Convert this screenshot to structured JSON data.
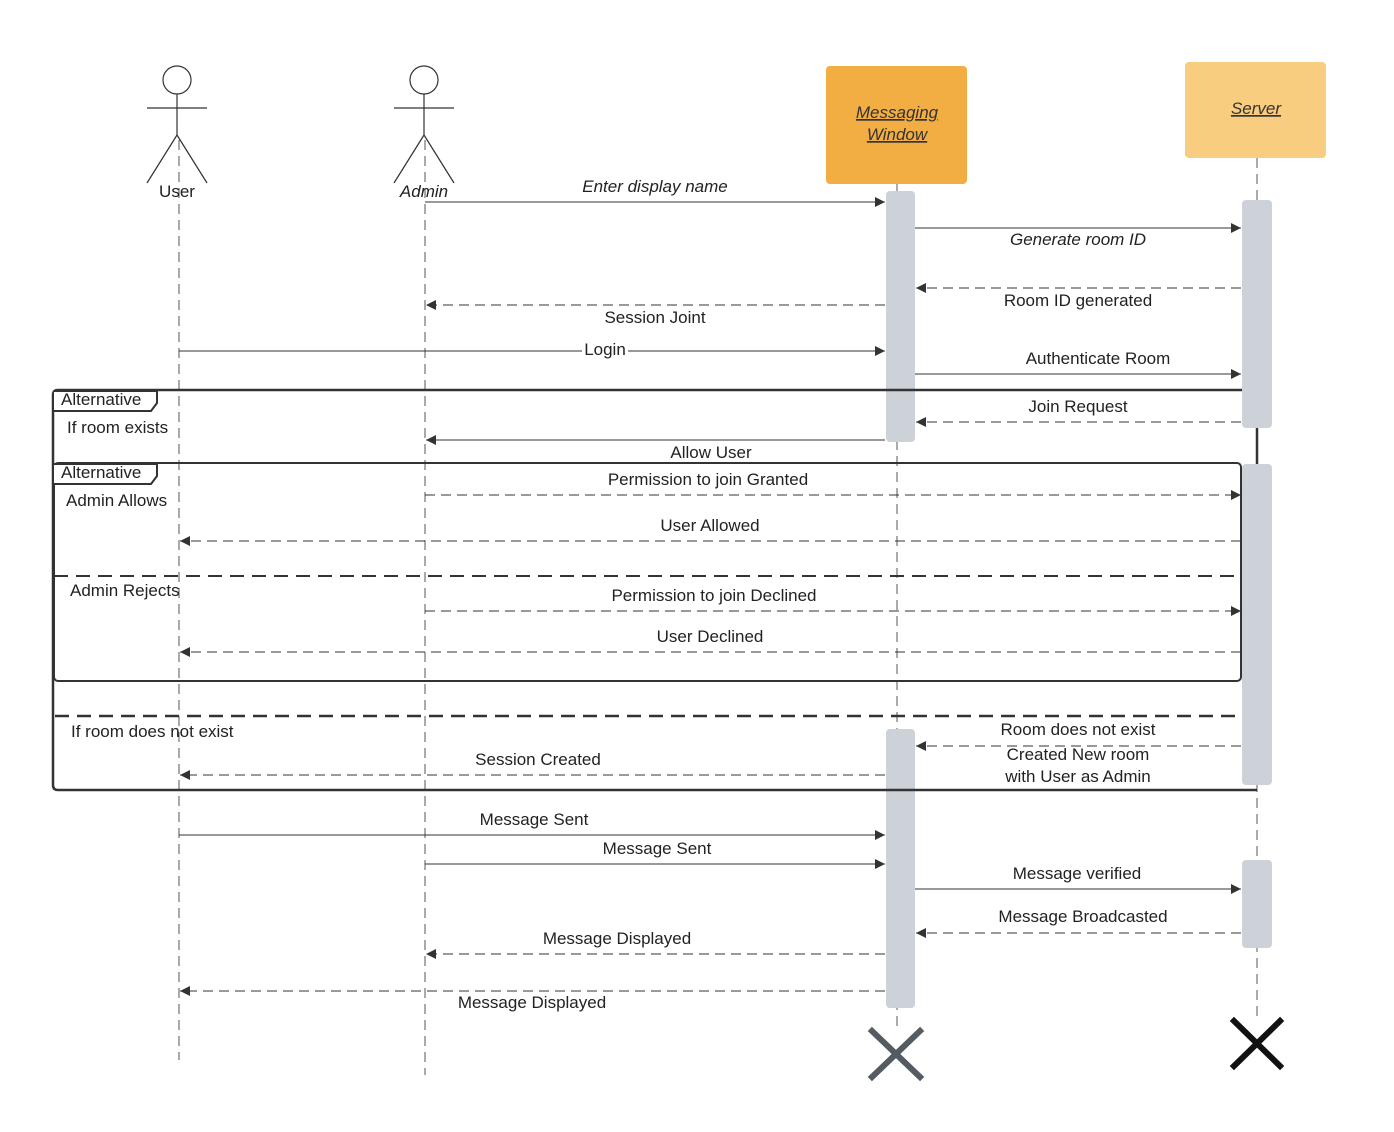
{
  "actors": [
    {
      "id": "user",
      "label": "User",
      "type": "stick-figure"
    },
    {
      "id": "admin",
      "label": "Admin",
      "type": "stick-figure"
    },
    {
      "id": "messaging_window",
      "label_lines": [
        "Messaging",
        "Window"
      ],
      "type": "object",
      "color": "#F2AE43"
    },
    {
      "id": "server",
      "label_lines": [
        "Server"
      ],
      "type": "object",
      "color": "#F8CD7F"
    }
  ],
  "messages": [
    {
      "label": "Enter display name",
      "style": "solid",
      "from": "admin",
      "to": "messaging_window"
    },
    {
      "label": "Generate room ID",
      "style": "solid",
      "from": "messaging_window",
      "to": "server"
    },
    {
      "label": "Room ID generated",
      "style": "dashed",
      "from": "server",
      "to": "messaging_window"
    },
    {
      "label": "Session Joint",
      "style": "dashed",
      "from": "messaging_window",
      "to": "admin"
    },
    {
      "label": "Login",
      "style": "solid",
      "from": "user",
      "to": "messaging_window"
    },
    {
      "label": "Authenticate Room",
      "style": "solid",
      "from": "messaging_window",
      "to": "server"
    },
    {
      "label": "Join Request",
      "style": "dashed",
      "from": "server",
      "to": "messaging_window"
    },
    {
      "label": "Allow User",
      "style": "solid",
      "from": "messaging_window",
      "to": "admin"
    },
    {
      "label": "Permission to join Granted",
      "style": "dashed",
      "from": "admin",
      "to": "server"
    },
    {
      "label": "User Allowed",
      "style": "dashed",
      "from": "server",
      "to": "user"
    },
    {
      "label": "Permission to join Declined",
      "style": "dashed",
      "from": "admin",
      "to": "server"
    },
    {
      "label": "User Declined",
      "style": "dashed",
      "from": "server",
      "to": "user"
    },
    {
      "label": "Room does not exist",
      "style": "dashed",
      "from": "server",
      "to": "messaging_window"
    },
    {
      "label_lines": [
        "Created New room",
        "with User as Admin"
      ]
    },
    {
      "label": "Session Created",
      "style": "dashed",
      "from": "messaging_window",
      "to": "user"
    },
    {
      "label": "Message Sent",
      "style": "solid",
      "from": "user",
      "to": "messaging_window"
    },
    {
      "label": "Message Sent",
      "style": "solid",
      "from": "admin",
      "to": "messaging_window"
    },
    {
      "label": "Message verified",
      "style": "solid",
      "from": "messaging_window",
      "to": "server"
    },
    {
      "label": "Message Broadcasted",
      "style": "dashed",
      "from": "server",
      "to": "messaging_window"
    },
    {
      "label": "Message Displayed",
      "style": "dashed",
      "from": "messaging_window",
      "to": "admin"
    },
    {
      "label": "Message Displayed",
      "style": "dashed",
      "from": "messaging_window",
      "to": "user"
    }
  ],
  "fragments": {
    "outer": {
      "tag": "Alternative",
      "guard_1": "If room exists",
      "guard_2": "If room does not exist"
    },
    "inner": {
      "tag": "Alternative",
      "guard_1": "Admin Allows",
      "guard_2": "Admin Rejects"
    }
  },
  "colors": {
    "activation": "#CDD1D8",
    "line": "#333333",
    "destroy": "#555B63",
    "destroy_server": "#111111"
  }
}
